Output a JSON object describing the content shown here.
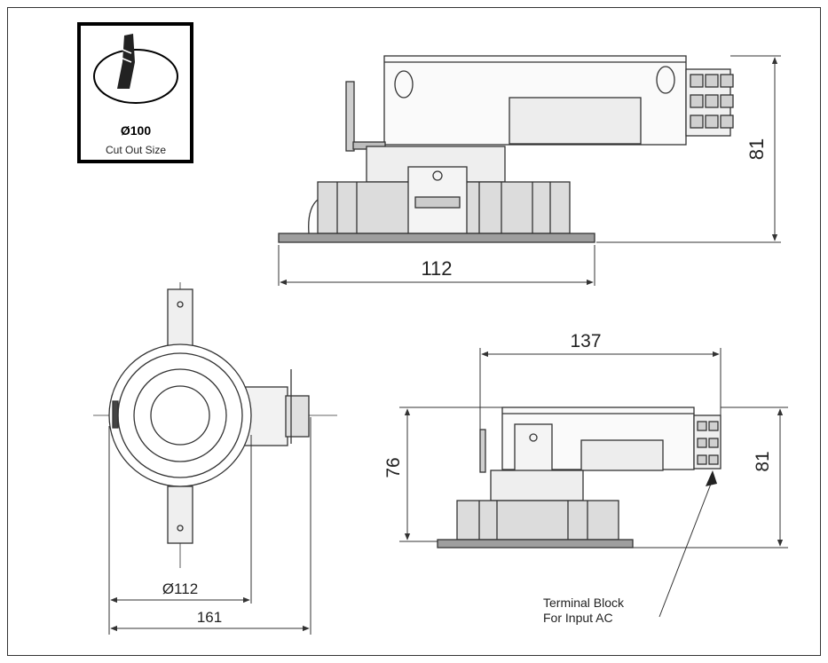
{
  "badge": {
    "diameter": "Ø100",
    "caption": "Cut Out Size"
  },
  "dimensions": {
    "side_width": "112",
    "side_height": "81",
    "bottom_dia": "Ø112",
    "bottom_total": "161",
    "rear_length": "137",
    "rear_height_left": "76",
    "rear_height_right": "81"
  },
  "callout": {
    "line1": "Terminal Block",
    "line2": "For Input AC"
  },
  "colors": {
    "stroke": "#333333",
    "fill_light": "#e6e6e6",
    "fill_mid": "#bdbdbd",
    "fill_dark": "#555555"
  }
}
